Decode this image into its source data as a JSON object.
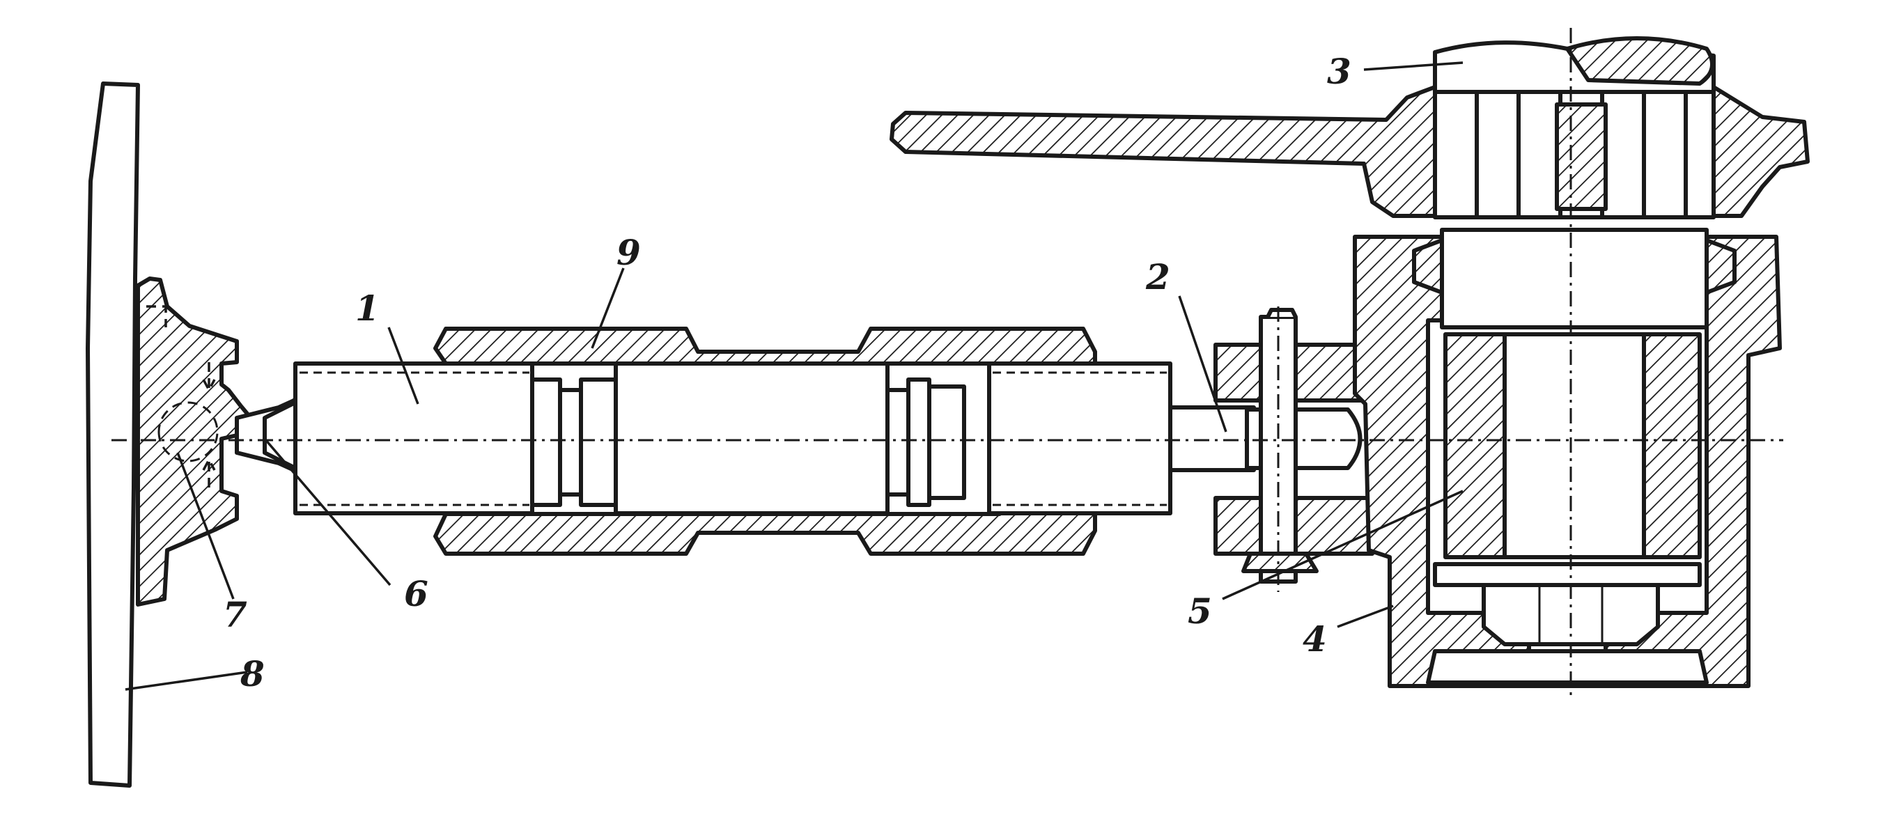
{
  "figure": {
    "callouts": [
      {
        "id": "part-1",
        "label": "1"
      },
      {
        "id": "part-2",
        "label": "2"
      },
      {
        "id": "part-3",
        "label": "3"
      },
      {
        "id": "part-4",
        "label": "4"
      },
      {
        "id": "part-5",
        "label": "5"
      },
      {
        "id": "part-6",
        "label": "6"
      },
      {
        "id": "part-7",
        "label": "7"
      },
      {
        "id": "part-8",
        "label": "8"
      },
      {
        "id": "part-9",
        "label": "9"
      }
    ]
  }
}
